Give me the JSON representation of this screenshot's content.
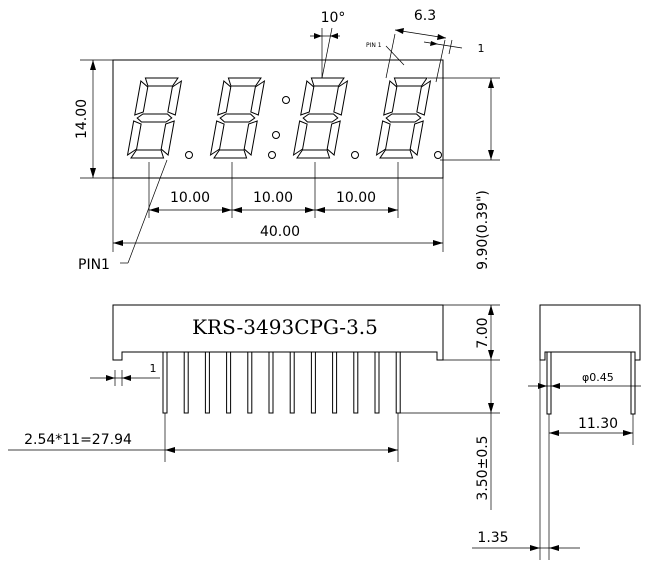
{
  "part_number": "KRS-3493CPG-3.5",
  "dimensions": {
    "height": "14.00",
    "digit_pitch_1": "10.00",
    "digit_pitch_2": "10.00",
    "digit_pitch_3": "10.00",
    "total_width": "40.00",
    "digit_height": "9.90(0.39\")",
    "slant_angle": "10°",
    "segment_width": "6.3",
    "segment_offset": "1",
    "package_thickness": "7.00",
    "pin_spacing_label": "2.54*11=27.94",
    "pin_width": "1",
    "pin_length": "3.50±0.5",
    "pin_diameter": "φ0.45",
    "row_spacing": "11.30",
    "side_offset": "1.35"
  },
  "labels": {
    "pin1": "PIN1",
    "pin1_small": "PIN 1"
  }
}
